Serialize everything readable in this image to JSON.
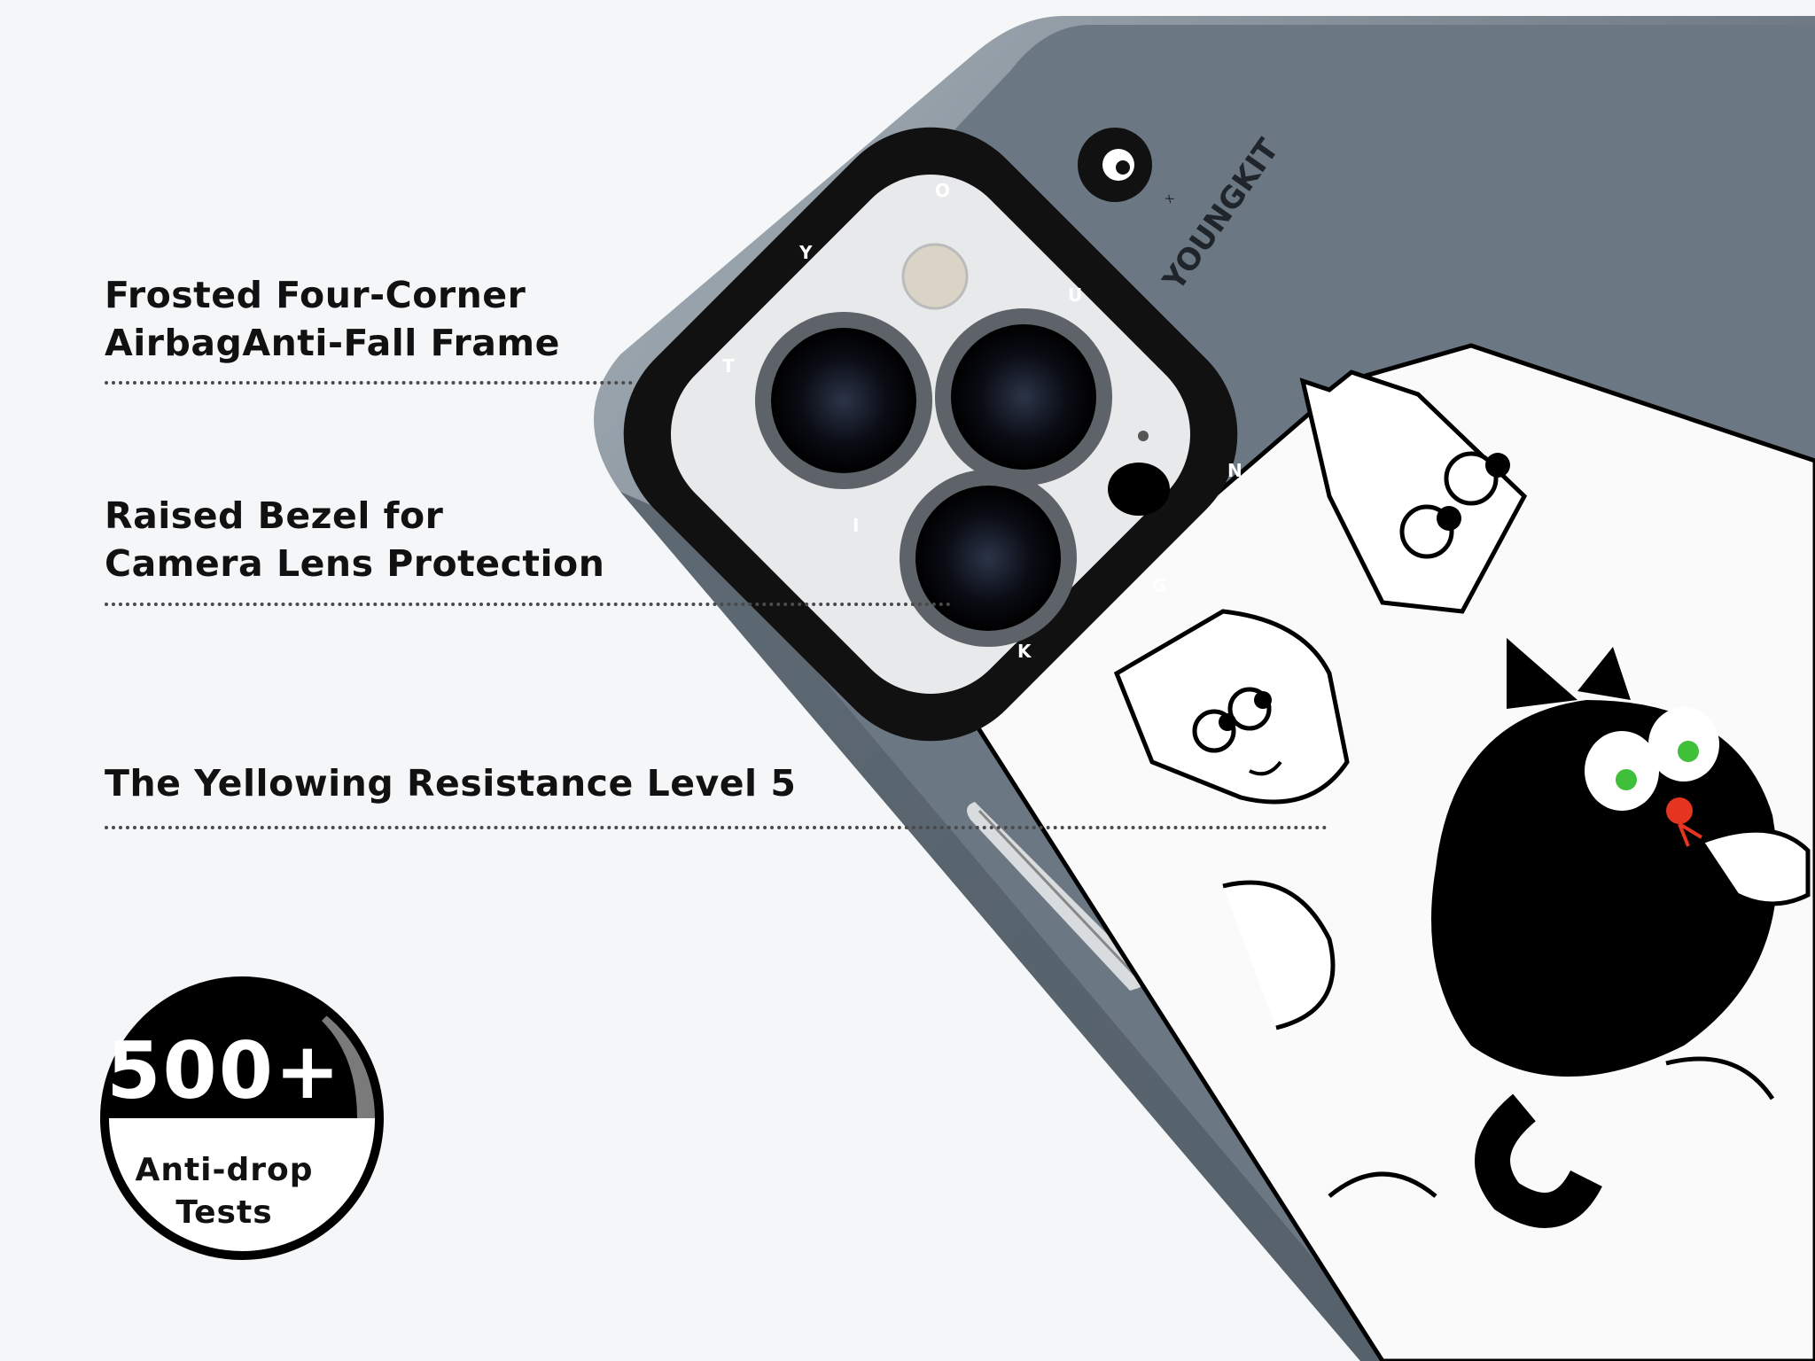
{
  "features": [
    {
      "lines": [
        "Frosted Four-Corner",
        "AirbagAnti-Fall Frame"
      ]
    },
    {
      "lines": [
        "Raised Bezel for",
        "Camera Lens Protection"
      ]
    },
    {
      "lines": [
        "The Yellowing Resistance Level 5"
      ]
    }
  ],
  "badge": {
    "number": "500+",
    "label_line1": "Anti-drop",
    "label_line2": "Tests"
  },
  "brand": {
    "collab_mark": "x",
    "name": "YOUNGKIT"
  },
  "camera_ring": {
    "letters": [
      "Y",
      "O",
      "U",
      "N",
      "G",
      "K",
      "I",
      "T"
    ]
  },
  "colors": {
    "background": "#f4f6f8",
    "case_frosted_gray": "#6b7782",
    "case_edge": "#55606a",
    "bezel_black": "#111111",
    "cat_eye_green": "#3fbf3a",
    "cat_nose_red": "#e5341f"
  }
}
